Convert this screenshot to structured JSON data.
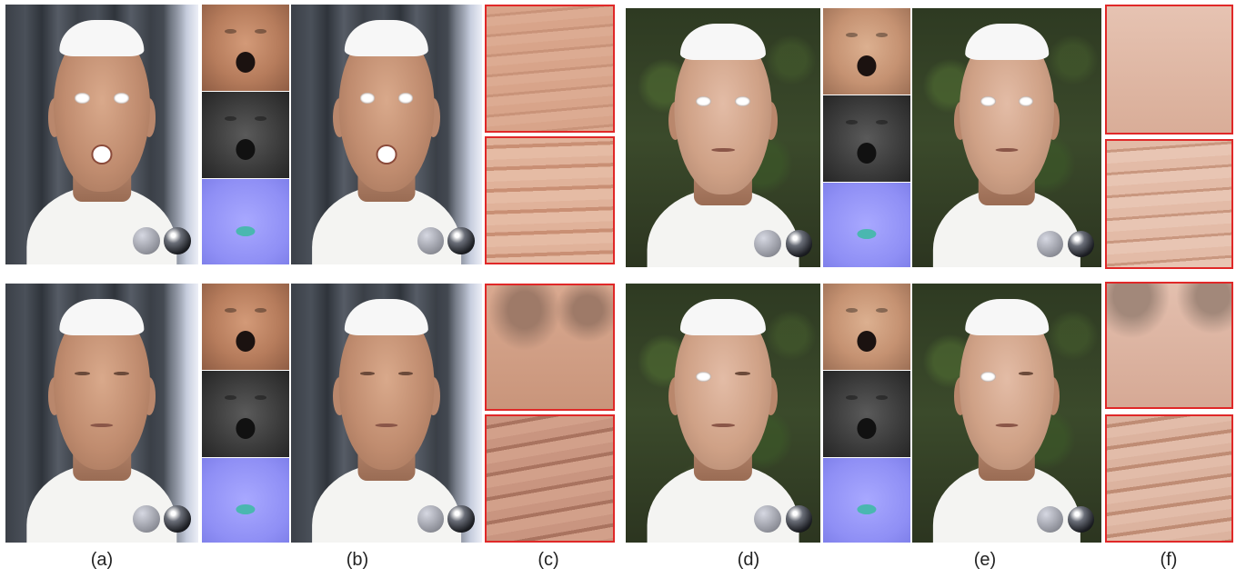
{
  "figure": {
    "subfigure_labels": [
      "(a)",
      "(b)",
      "(c)",
      "(d)",
      "(e)",
      "(f)"
    ]
  }
}
